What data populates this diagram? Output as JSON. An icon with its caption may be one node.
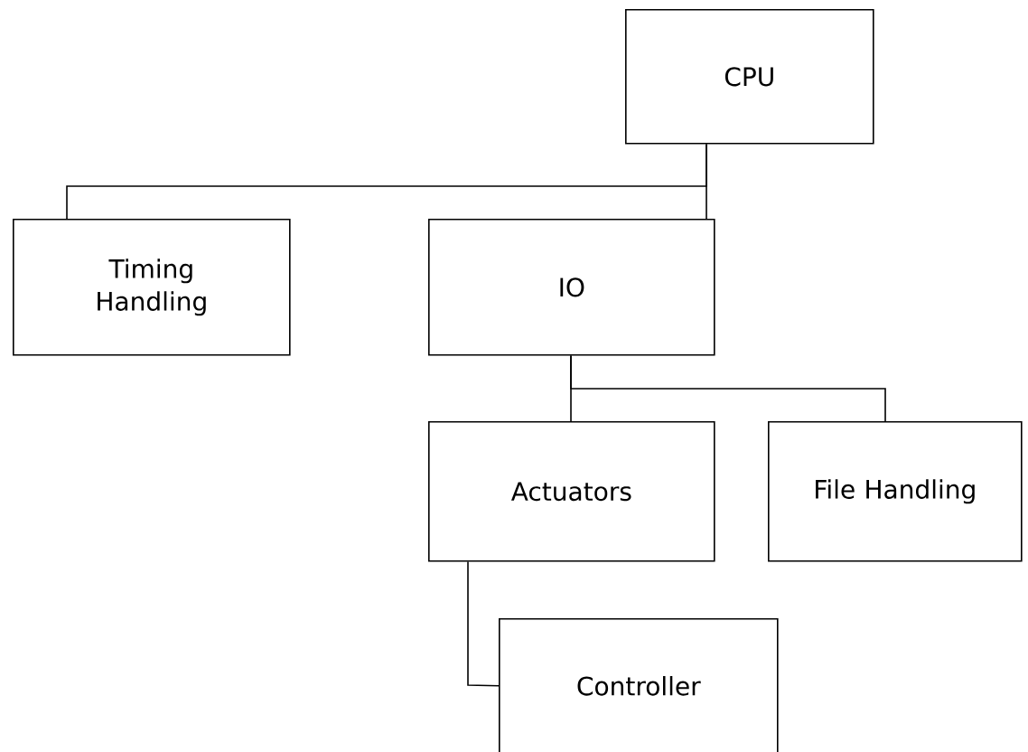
{
  "diagram": {
    "nodes": [
      {
        "text": [
          "CPU"
        ]
      },
      {
        "text": [
          "Timing Handling"
        ]
      },
      {
        "text": [
          "IO"
        ]
      },
      {
        "text": [
          "Actuators"
        ]
      },
      {
        "text": [
          "File Handling"
        ]
      },
      {
        "text": [
          "Controller"
        ]
      }
    ],
    "edges": [
      {
        "from": 0,
        "to": 1,
        "arrow": "none"
      },
      {
        "from": 0,
        "to": 2,
        "arrow": "none"
      },
      {
        "from": 2,
        "to": 3,
        "arrow": "none"
      },
      {
        "from": 2,
        "to": 4,
        "arrow": "none"
      },
      {
        "from": 3,
        "to": 5,
        "arrow": "none"
      }
    ]
  }
}
